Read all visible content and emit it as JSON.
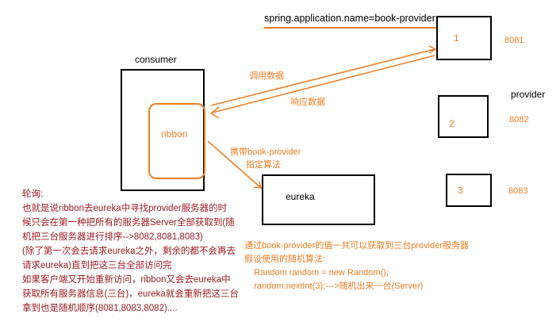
{
  "top_label": "spring.application.name=book-provider",
  "consumer": {
    "title": "consumer",
    "ribbon": "ribbon"
  },
  "provider_title": "provider",
  "providers": [
    {
      "label": "1",
      "port": "8081"
    },
    {
      "label": "2",
      "port": "8082"
    },
    {
      "label": "3",
      "port": "8083"
    }
  ],
  "eureka_label": "eureka",
  "arrow_labels": {
    "call": "调用数据",
    "response": "响应数据",
    "carry": "携带book-provider",
    "algo": "指定算法"
  },
  "polling_note": [
    "轮询:",
    "也就是说ribbon去eureka中寻找provider服务器的时",
    "候只会在第一种把所有的服务器Server全部获取到(随",
    "机把三台服务器进行排序-->8082,8081,8083)",
    "(除了第一次会去请求eureka之外，剩余的都不会再去",
    "请求eureka)直到把这三台全部访问完",
    "如果客户端又开始重新访问，ribbon又会去eureka中",
    "获取所有服务器信息(三台)，eureka就会重新把这三台",
    "拿到也是随机顺序(8081,8083,8082)...."
  ],
  "random_note": [
    "通过book-provider的值一共可以获取到三台provider服务器",
    "假设使用的随机算法:",
    "    Random random = new Random();",
    "    random.nextInt(3);--->随机出来一台(Server)"
  ],
  "colors": {
    "orange": "#f07d22",
    "dark_red": "#9b1c24",
    "black": "#000000"
  }
}
